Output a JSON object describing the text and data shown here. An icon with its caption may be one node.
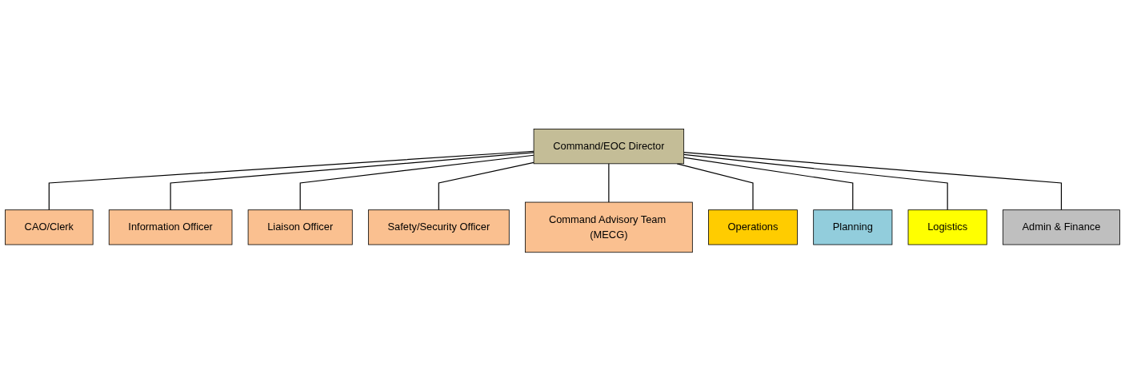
{
  "diagram": {
    "nodes": [
      {
        "text": [
          "Command/EOC Director"
        ]
      },
      {
        "text": [
          "CAO/Clerk"
        ]
      },
      {
        "text": [
          "Information Officer"
        ]
      },
      {
        "text": [
          "Liaison Officer"
        ]
      },
      {
        "text": [
          "Safety/Security Officer"
        ]
      },
      {
        "text": [
          "Command Advisory Team (MECG)"
        ]
      },
      {
        "text": [
          "Operations"
        ]
      },
      {
        "text": [
          "Planning"
        ]
      },
      {
        "text": [
          "Logistics"
        ]
      },
      {
        "text": [
          "Admin & Finance"
        ]
      }
    ],
    "edges": [
      {
        "from": 0,
        "to": 1,
        "arrow": "none"
      },
      {
        "from": 0,
        "to": 2,
        "arrow": "none"
      },
      {
        "from": 0,
        "to": 3,
        "arrow": "none"
      },
      {
        "from": 0,
        "to": 4,
        "arrow": "none"
      },
      {
        "from": 0,
        "to": 5,
        "arrow": "none"
      },
      {
        "from": 0,
        "to": 6,
        "arrow": "none"
      },
      {
        "from": 0,
        "to": 7,
        "arrow": "none"
      },
      {
        "from": 0,
        "to": 8,
        "arrow": "none"
      },
      {
        "from": 0,
        "to": 9,
        "arrow": "none"
      }
    ]
  }
}
